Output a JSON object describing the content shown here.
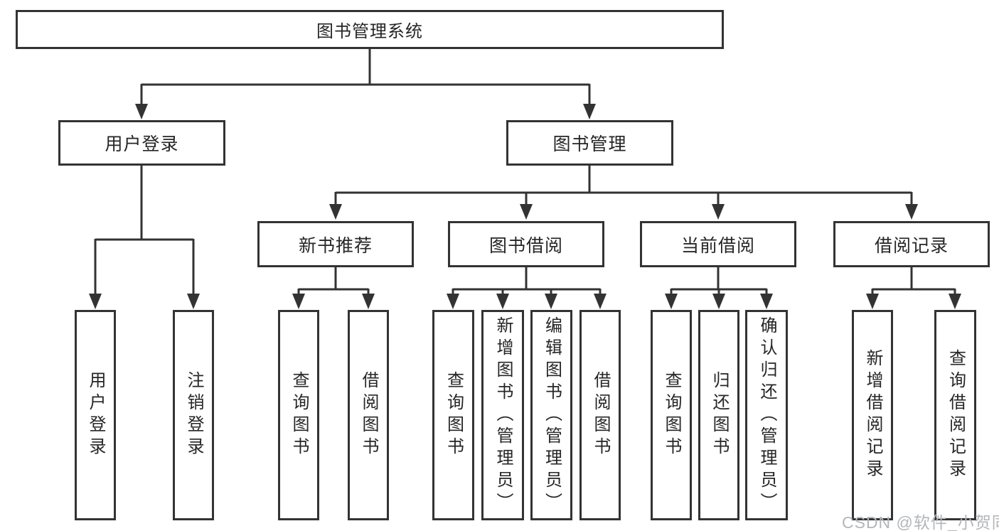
{
  "root": {
    "label": "图书管理系统"
  },
  "branches": [
    {
      "label": "用户登录",
      "children": [
        {
          "label": "用户登录"
        },
        {
          "label": "注销登录"
        }
      ]
    },
    {
      "label": "图书管理",
      "children": [
        {
          "label": "新书推荐",
          "children": [
            {
              "label": "查询图书"
            },
            {
              "label": "借阅图书"
            }
          ]
        },
        {
          "label": "图书借阅",
          "children": [
            {
              "label": "查询图书"
            },
            {
              "label": "新增图书（管理员）"
            },
            {
              "label": "编辑图书（管理员）"
            },
            {
              "label": "借阅图书"
            }
          ]
        },
        {
          "label": "当前借阅",
          "children": [
            {
              "label": "查询图书"
            },
            {
              "label": "归还图书"
            },
            {
              "label": "确认归还（管理员）"
            }
          ]
        },
        {
          "label": "借阅记录",
          "children": [
            {
              "label": "新增借阅记录"
            },
            {
              "label": "查询借阅记录"
            }
          ]
        }
      ]
    }
  ],
  "watermark": {
    "text": "CSDN @软件_小贺同学"
  },
  "colors": {
    "line": "#333333",
    "text": "#262626",
    "background": "#ffffff",
    "watermark": "#b3b6ba"
  }
}
